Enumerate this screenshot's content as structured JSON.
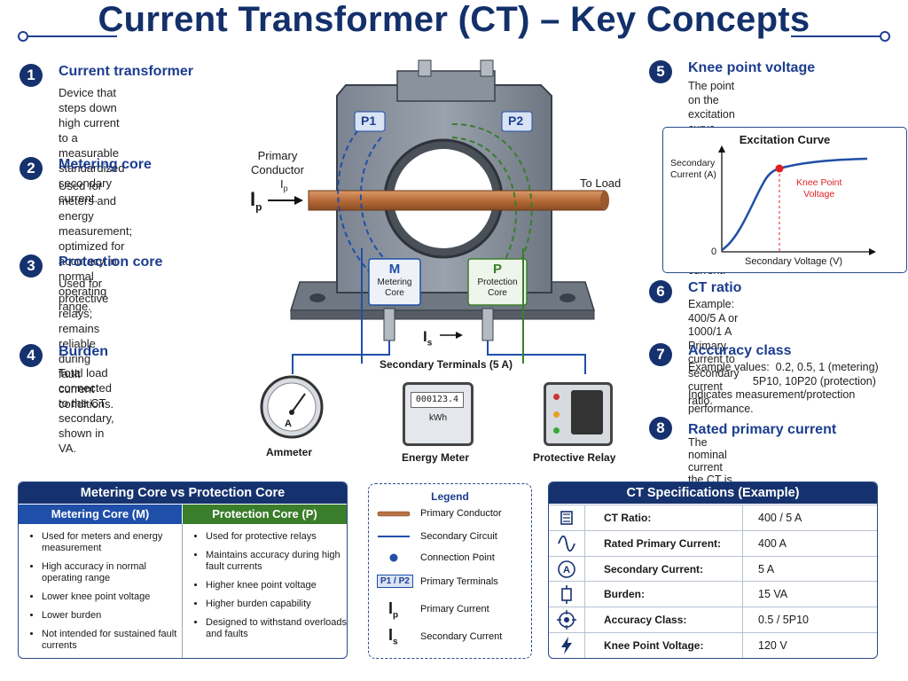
{
  "title": "Current Transformer (CT) – Key Concepts",
  "concepts": [
    {
      "num": "1",
      "title": "Current transformer",
      "desc": "Device that steps down\nhigh current to a measurable\nstandardized secondary current."
    },
    {
      "num": "2",
      "title": "Metering core",
      "desc": "Used for meters and energy\nmeasurement; optimized for\naccuracy in normal operating\nrange."
    },
    {
      "num": "3",
      "title": "Protection core",
      "desc": "Used for protective relays;\nremains reliable during\nfault current conditions."
    },
    {
      "num": "4",
      "title": "Burden",
      "desc": "Total load connected to the CT\nsecondary, shown in VA."
    },
    {
      "num": "5",
      "title": "Knee point voltage",
      "desc": "The point on the excitation curve\nwhere a small increase in voltage\ncauses a large increase in current."
    },
    {
      "num": "6",
      "title": "CT ratio",
      "desc": "Example:  400/5 A or 1000/1 A\nPrimary current to secondary\ncurrent ratio."
    },
    {
      "num": "7",
      "title": "Accuracy class",
      "desc": "Example values:  0.2, 0.5, 1 (metering)\n                     5P10, 10P20 (protection)\nIndicates measurement/protection\nperformance."
    },
    {
      "num": "8",
      "title": "Rated primary current",
      "desc": "The nominal current the CT is\ndesigned to measure on the\nprimary side."
    }
  ],
  "diagram": {
    "p1": "P1",
    "p2": "P2",
    "primary_conductor": "Primary\nConductor",
    "ip": "I",
    "ip_sub": "p",
    "is": "I",
    "is_sub": "s",
    "to_load": "To Load",
    "m_letter": "M",
    "m_text": "Metering\nCore",
    "p_letter": "P",
    "p_text": "Protection\nCore",
    "secondary_terminals": "Secondary Terminals (5 A)",
    "ammeter": "Ammeter",
    "ammeter_symbol": "A",
    "energy_meter": "Energy Meter",
    "meter_reading": "000123.4",
    "meter_unit": "kWh",
    "protective_relay": "Protective Relay"
  },
  "excitation": {
    "title": "Excitation Curve",
    "ylabel": "Secondary\nCurrent (A)",
    "xlabel": "Secondary Voltage (V)",
    "origin": "0",
    "knee_label": "Knee Point\nVoltage"
  },
  "comparison": {
    "title": "Metering Core vs Protection Core",
    "metering_head": "Metering Core (M)",
    "protection_head": "Protection Core (P)",
    "metering": [
      "Used for meters and energy measurement",
      "High accuracy in normal operating range",
      "Lower knee point voltage",
      "Lower burden",
      "Not intended for sustained fault currents"
    ],
    "protection": [
      "Used for protective relays",
      "Maintains accuracy during high fault currents",
      "Higher knee point voltage",
      "Higher burden capability",
      "Designed to withstand overloads and faults"
    ]
  },
  "legend": {
    "title": "Legend",
    "items": [
      "Primary Conductor",
      "Secondary Circuit",
      "Connection Point",
      "Primary Terminals",
      "Primary Current",
      "Secondary Current"
    ],
    "p_tag": "P1 / P2"
  },
  "specs": {
    "title": "CT Specifications (Example)",
    "rows": [
      {
        "icon": "coil-icon",
        "label": "CT Ratio:",
        "value": "400 / 5 A"
      },
      {
        "icon": "sine-wave-icon",
        "label": "Rated Primary Current:",
        "value": "400 A"
      },
      {
        "icon": "ammeter-icon",
        "label": "Secondary Current:",
        "value": "5 A"
      },
      {
        "icon": "resistor-icon",
        "label": "Burden:",
        "value": "15 VA"
      },
      {
        "icon": "target-icon",
        "label": "Accuracy Class:",
        "value": "0.5 / 5P10"
      },
      {
        "icon": "lightning-icon",
        "label": "Knee Point Voltage:",
        "value": "120 V"
      }
    ]
  },
  "colors": {
    "navy": "#16326e",
    "blue": "#1f4fa8",
    "green": "#3a7d2a",
    "copper": "#b87344",
    "red": "#e02020"
  }
}
